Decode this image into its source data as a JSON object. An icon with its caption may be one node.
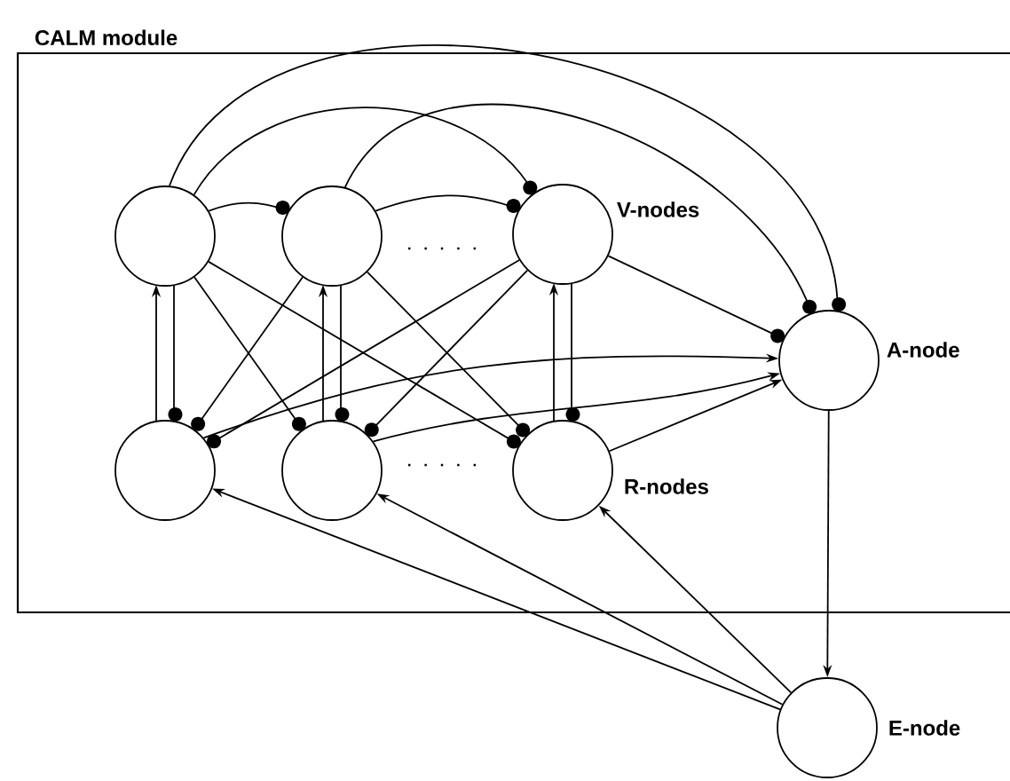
{
  "diagram": {
    "nodes": [
      {
        "text": [
          "CALM module"
        ]
      },
      {
        "text": [],
        "shape": "circle",
        "in": 0
      },
      {
        "text": [],
        "shape": "circle",
        "in": 0
      },
      {
        "text": [],
        "shape": "circle",
        "in": 0,
        "beside": [
          "V-nodes"
        ]
      },
      {
        "text": [],
        "shape": "circle",
        "in": 0
      },
      {
        "text": [],
        "shape": "circle",
        "in": 0
      },
      {
        "text": [],
        "shape": "circle",
        "in": 0,
        "beside": [
          "R-nodes"
        ]
      },
      {
        "text": [],
        "shape": "circle",
        "in": 0,
        "beside": [
          "A-node"
        ]
      },
      {
        "text": [],
        "shape": "circle",
        "beside": [
          "E-node"
        ]
      }
    ],
    "edges": [
      {
        "from": 4,
        "to": 1,
        "arrow": "to"
      },
      {
        "from": 1,
        "to": 4,
        "arrow": "other"
      },
      {
        "from": 5,
        "to": 2,
        "arrow": "to"
      },
      {
        "from": 2,
        "to": 5,
        "arrow": "other"
      },
      {
        "from": 6,
        "to": 3,
        "arrow": "to"
      },
      {
        "from": 3,
        "to": 6,
        "arrow": "other"
      },
      {
        "from": 1,
        "to": 5,
        "arrow": "other"
      },
      {
        "from": 1,
        "to": 6,
        "arrow": "other"
      },
      {
        "from": 2,
        "to": 4,
        "arrow": "other"
      },
      {
        "from": 2,
        "to": 6,
        "arrow": "other"
      },
      {
        "from": 3,
        "to": 4,
        "arrow": "other"
      },
      {
        "from": 3,
        "to": 5,
        "arrow": "other"
      },
      {
        "from": 1,
        "to": 2,
        "arrow": "other"
      },
      {
        "from": 2,
        "to": 3,
        "arrow": "other"
      },
      {
        "from": 1,
        "to": 3,
        "arrow": "other"
      },
      {
        "from": 1,
        "to": 7,
        "arrow": "other"
      },
      {
        "from": 2,
        "to": 7,
        "arrow": "other"
      },
      {
        "from": 3,
        "to": 7,
        "arrow": "other"
      },
      {
        "from": 4,
        "to": 7,
        "arrow": "to"
      },
      {
        "from": 5,
        "to": 7,
        "arrow": "to"
      },
      {
        "from": 6,
        "to": 7,
        "arrow": "to"
      },
      {
        "from": 7,
        "to": 8,
        "arrow": "to"
      },
      {
        "from": 8,
        "to": 4,
        "arrow": "to"
      },
      {
        "from": 8,
        "to": 5,
        "arrow": "to"
      },
      {
        "from": 8,
        "to": 6,
        "arrow": "to"
      }
    ]
  }
}
